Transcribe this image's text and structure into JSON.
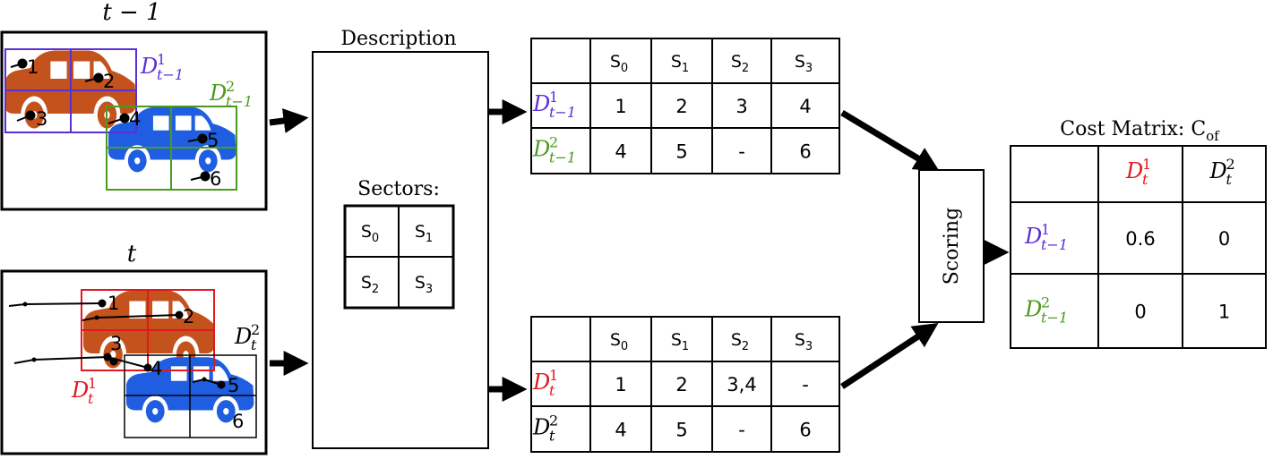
{
  "frames": {
    "prev_label": "t − 1",
    "curr_label": "t"
  },
  "detections": {
    "prev_1": {
      "base": "D",
      "sup": "1",
      "sub": "t−1",
      "color": "#5b2fd6"
    },
    "prev_2": {
      "base": "D",
      "sup": "2",
      "sub": "t−1",
      "color": "#4a9a1e"
    },
    "curr_1": {
      "base": "D",
      "sup": "1",
      "sub": "t",
      "color": "#e0191f"
    },
    "curr_2": {
      "base": "D",
      "sup": "2",
      "sub": "t",
      "color": "#000000"
    }
  },
  "keypoints": {
    "prev": [
      "1",
      "2",
      "3",
      "4",
      "5",
      "6"
    ],
    "curr": [
      "1",
      "2",
      "3",
      "4",
      "5",
      "6"
    ]
  },
  "description_box": {
    "title": "Description",
    "sectors_label": "Sectors:",
    "sectors": [
      {
        "base": "S",
        "sub": "0"
      },
      {
        "base": "S",
        "sub": "1"
      },
      {
        "base": "S",
        "sub": "2"
      },
      {
        "base": "S",
        "sub": "3"
      }
    ]
  },
  "table_prev": {
    "header": [
      {
        "base": "S",
        "sub": "0"
      },
      {
        "base": "S",
        "sub": "1"
      },
      {
        "base": "S",
        "sub": "2"
      },
      {
        "base": "S",
        "sub": "3"
      }
    ],
    "rows": [
      {
        "det": "prev_1",
        "cells": [
          "1",
          "2",
          "3",
          "4"
        ]
      },
      {
        "det": "prev_2",
        "cells": [
          "4",
          "5",
          "-",
          "6"
        ]
      }
    ]
  },
  "table_curr": {
    "header": [
      {
        "base": "S",
        "sub": "0"
      },
      {
        "base": "S",
        "sub": "1"
      },
      {
        "base": "S",
        "sub": "2"
      },
      {
        "base": "S",
        "sub": "3"
      }
    ],
    "rows": [
      {
        "det": "curr_1",
        "cells": [
          "1",
          "2",
          "3,4",
          "-"
        ]
      },
      {
        "det": "curr_2",
        "cells": [
          "4",
          "5",
          "-",
          "6"
        ]
      }
    ]
  },
  "scoring_label": "Scoring",
  "cost_matrix": {
    "title": "Cost Matrix: ",
    "title_symbol": "C",
    "title_sub": "of",
    "cols": [
      "curr_1",
      "curr_2"
    ],
    "rows": [
      {
        "det": "prev_1",
        "values": [
          "0.6",
          "0"
        ]
      },
      {
        "det": "prev_2",
        "values": [
          "0",
          "1"
        ]
      }
    ]
  },
  "colors": {
    "car_orange": "#c4521c",
    "car_blue": "#1f5ee0",
    "box_purple": "#5b2fd6",
    "box_green": "#4a9a1e",
    "box_red": "#e0191f",
    "stroke": "#000000"
  }
}
